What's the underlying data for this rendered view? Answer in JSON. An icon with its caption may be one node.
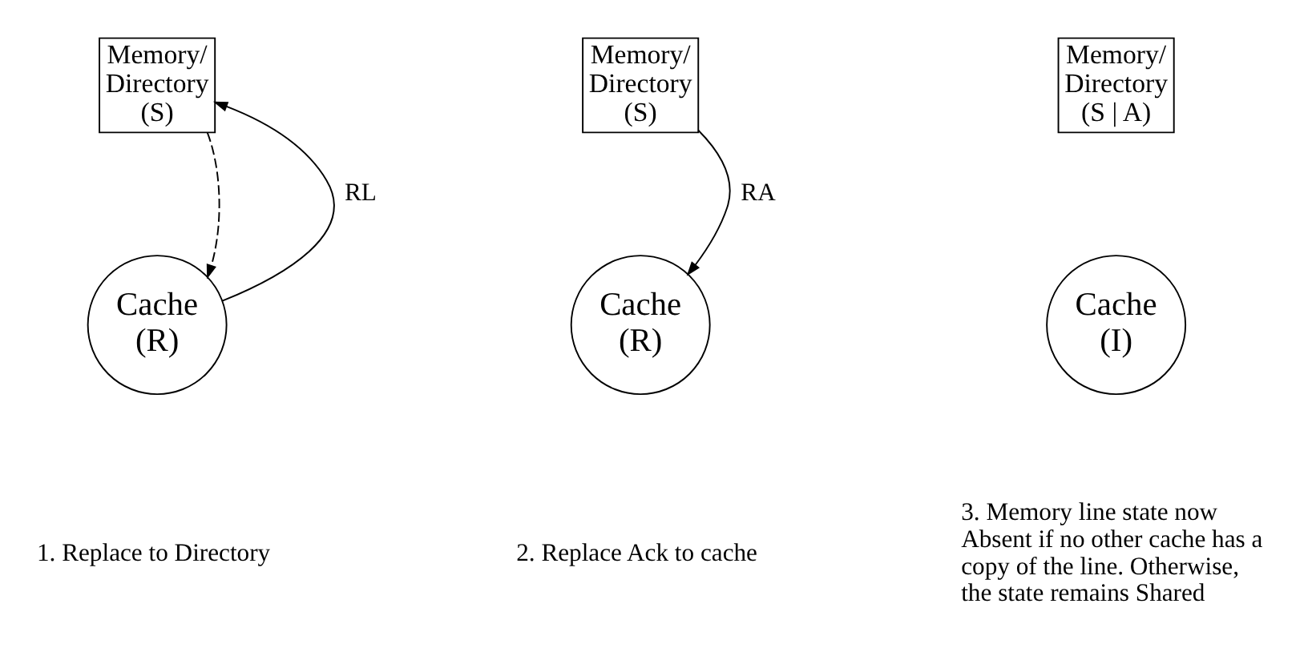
{
  "diagram": {
    "nodes": [
      {
        "text": [
          "Memory/ Directory (S)"
        ]
      },
      {
        "text": [
          "Cache (R)"
        ]
      },
      {
        "text": [
          "Memory/ Directory (S)"
        ]
      },
      {
        "text": [
          "Cache (R)"
        ]
      },
      {
        "text": [
          "Memory/ Directory (S | A)"
        ]
      },
      {
        "text": [
          "Cache (I)"
        ]
      }
    ],
    "edges": [
      {
        "from": 0,
        "to": 1,
        "arrow": "to",
        "style": "dashed"
      },
      {
        "from": 1,
        "to": 0,
        "arrow": "to",
        "label": "RL"
      },
      {
        "from": 2,
        "to": 3,
        "arrow": "to",
        "label": "RA"
      }
    ],
    "labels": [
      "1. Replace to Directory",
      "2. Replace Ack to cache",
      "3. Memory line state now Absent if no other cache has a copy of the line. Otherwise, the state remains Shared"
    ]
  }
}
